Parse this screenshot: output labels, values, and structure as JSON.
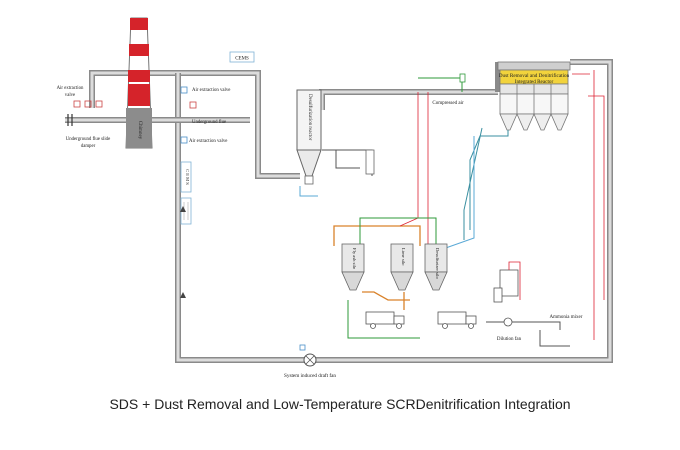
{
  "caption": "SDS + Dust Removal and Low-Temperature SCRDenitrification Integration",
  "labels": {
    "cems_top": "CEMS",
    "cems_side": "C E M S",
    "air_valve_left_1": "Air extraction",
    "air_valve_left_2": "valve",
    "air_valve_right": "Air extraction valve",
    "air_valve_lower": "Air extraction valve",
    "underground_damper_1": "Underground flue slide",
    "underground_damper_2": "damper",
    "chimney": "Chimney",
    "underground_flue": "Underground flue",
    "desulfurization_reactor": "Desulfurization reactor",
    "compressed_air": "Compressed air",
    "reactor_1": "Dust Removal and Denitrification",
    "reactor_2": "Integrated Reactor",
    "silo_1": "Fly ash silo",
    "silo_2": "Lime silo",
    "silo_3": "Desulfurizer silo",
    "ammonia_mixer": "Ammonia mixer",
    "dilution_fan": "Dilution fan",
    "system_fan": "System induced draft fan"
  }
}
